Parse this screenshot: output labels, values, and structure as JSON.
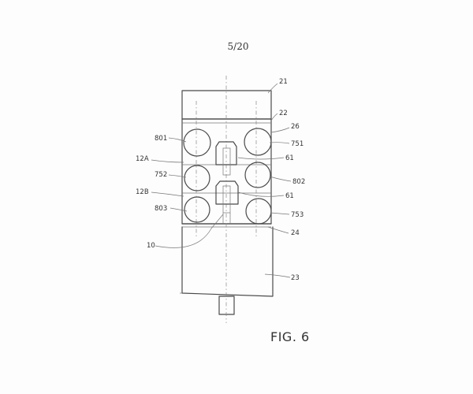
{
  "page": {
    "number": "5/20",
    "figure_label": "FIG. 6"
  },
  "labels": {
    "l21": "21",
    "l22": "22",
    "l26": "26",
    "l801": "801",
    "l751": "751",
    "l12a": "12A",
    "l61a": "61",
    "l752": "752",
    "l802": "802",
    "l12b": "12B",
    "l61b": "61",
    "l803": "803",
    "l753": "753",
    "l24": "24",
    "l10": "10",
    "l23": "23"
  }
}
